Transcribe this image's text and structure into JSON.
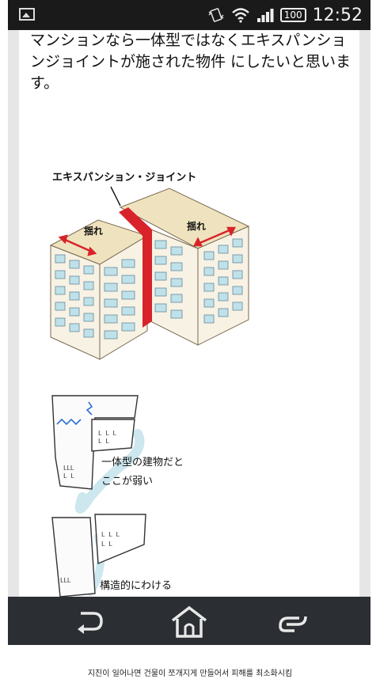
{
  "statusbar": {
    "battery": "100",
    "time": "12:52",
    "icons": [
      "image-icon",
      "vibrate-icon",
      "wifi-icon",
      "signal-icon",
      "battery-icon"
    ]
  },
  "article": {
    "intro_text": "マンションなら一体型ではなくエキスパンションジョイントが施された物件 にしたいと思います。"
  },
  "illustration": {
    "joint_label": "エキスパンション・ジョイント",
    "sway_label_left": "揺れ",
    "sway_label_right": "揺れ",
    "monolithic_label_1": "一体型の建物だと",
    "monolithic_label_2": "ここが弱い",
    "separated_label": "構造的にわける",
    "joint_color": "#d8232a",
    "roof_color": "#efe3bf",
    "window_color": "#bfe1ea",
    "wall_color": "#f7f2e4"
  },
  "navbar": {
    "buttons": [
      "back-icon",
      "home-icon",
      "recent-apps-icon"
    ]
  },
  "caption": "지진이 일어나면 건물이 쪼개지게 만들어서 피해를 최소화시킴"
}
